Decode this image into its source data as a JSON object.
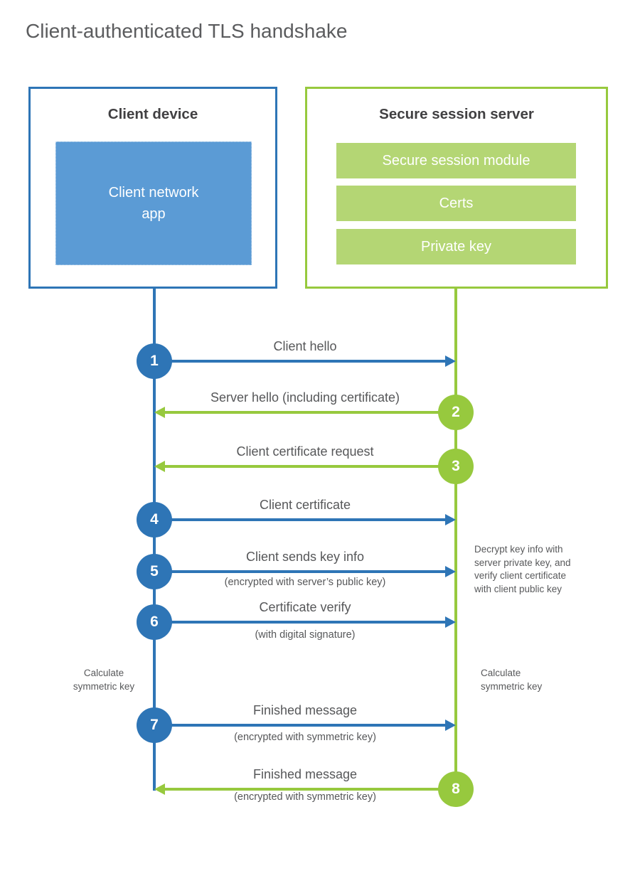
{
  "title": "Client-authenticated TLS handshake",
  "colors": {
    "blue": "#2e75b6",
    "blue_fill": "#5b9bd5",
    "green": "#97c93e",
    "green_fill": "#b4d674"
  },
  "client_box": {
    "title": "Client device",
    "app_label": "Client network\napp"
  },
  "server_box": {
    "title": "Secure session server",
    "modules": [
      "Secure session module",
      "Certs",
      "Private key"
    ]
  },
  "flow": {
    "rows": [
      {
        "number": "1",
        "direction": "client-to-server",
        "label": "Client hello",
        "sublabel": ""
      },
      {
        "number": "2",
        "direction": "server-to-client",
        "label": "Server hello (including certificate)",
        "sublabel": ""
      },
      {
        "number": "3",
        "direction": "server-to-client",
        "label": "Client certificate request",
        "sublabel": ""
      },
      {
        "number": "4",
        "direction": "client-to-server",
        "label": "Client certificate",
        "sublabel": ""
      },
      {
        "number": "5",
        "direction": "client-to-server",
        "label": "Client sends key info",
        "sublabel": "(encrypted with server’s public key)"
      },
      {
        "number": "6",
        "direction": "client-to-server",
        "label": "Certificate verify",
        "sublabel": "(with digital signature)"
      },
      {
        "number": "7",
        "direction": "client-to-server",
        "label": "Finished message",
        "sublabel": "(encrypted with symmetric key)"
      },
      {
        "number": "8",
        "direction": "server-to-client",
        "label": "Finished message",
        "sublabel": "(encrypted with symmetric key)"
      }
    ]
  },
  "notes": {
    "decrypt": "Decrypt key info with\nserver private key, and\nverify client certificate\nwith client public key",
    "calculate_left": "Calculate\nsymmetric key",
    "calculate_right": "Calculate\nsymmetric key"
  }
}
